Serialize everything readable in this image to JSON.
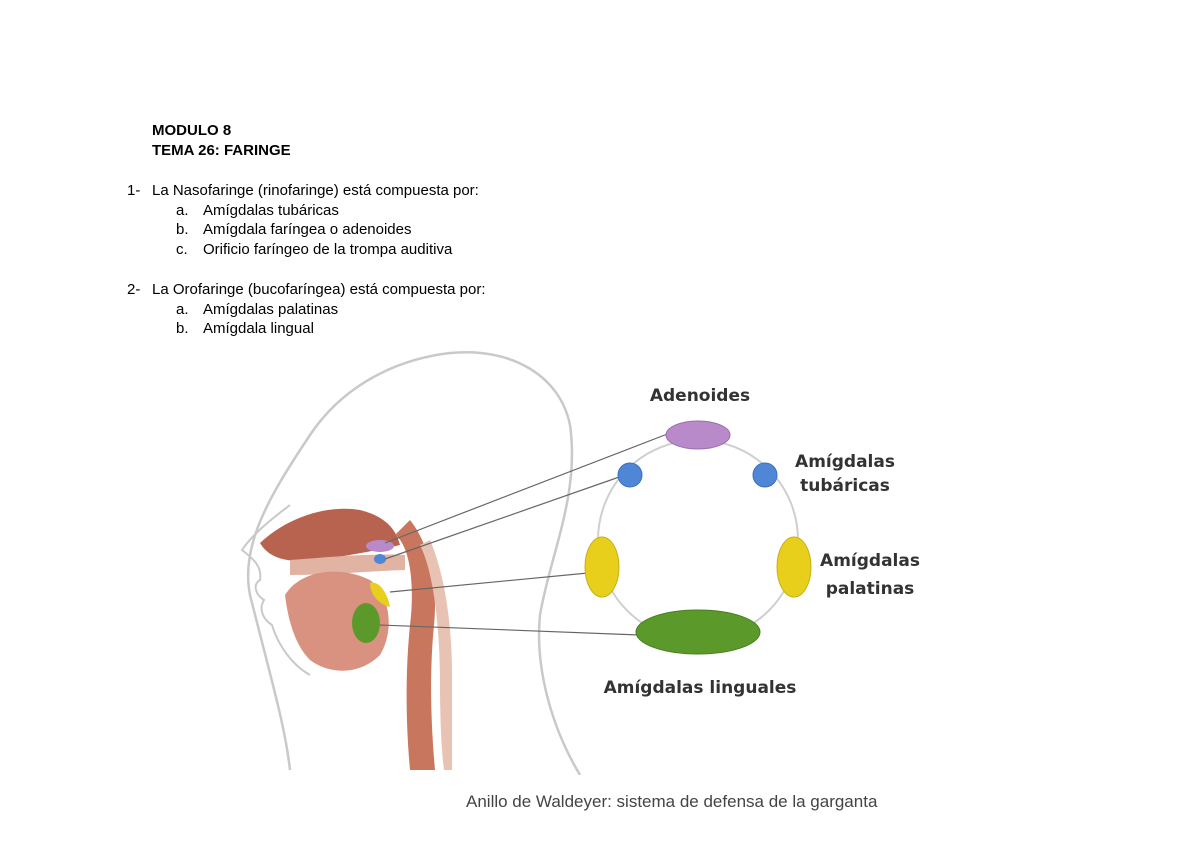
{
  "header": {
    "module": "MODULO 8",
    "topic": "TEMA 26: FARINGE"
  },
  "sections": [
    {
      "number": "1-",
      "text": "La Nasofaringe (rinofaringe) está compuesta por:",
      "items": [
        {
          "letter": "a.",
          "text": "Amígdalas tubáricas"
        },
        {
          "letter": "b.",
          "text": "Amígdala faríngea o adenoides"
        },
        {
          "letter": "c.",
          "text": "Orificio faríngeo de la trompa auditiva"
        }
      ]
    },
    {
      "number": "2-",
      "text": "La Orofaringe (bucofaríngea) está compuesta por:",
      "items": [
        {
          "letter": "a.",
          "text": "Amígdalas palatinas"
        },
        {
          "letter": "b.",
          "text": "Amígdala lingual"
        }
      ]
    }
  ],
  "figure": {
    "labels": {
      "adenoides": "Adenoides",
      "tubaricas_1": "Amígdalas",
      "tubaricas_2": "tubáricas",
      "palatinas_1": "Amígdalas",
      "palatinas_2": "palatinas",
      "linguales": "Amígdalas linguales"
    },
    "colors": {
      "adenoides": "#b98ac9",
      "tubaricas": "#4f86d6",
      "palatinas": "#e8cf1c",
      "linguales": "#5b9a2a",
      "tissue": "#c9765f",
      "outline": "#c9c9c9"
    },
    "caption": "Anillo de Waldeyer: sistema de defensa de la  garganta"
  }
}
